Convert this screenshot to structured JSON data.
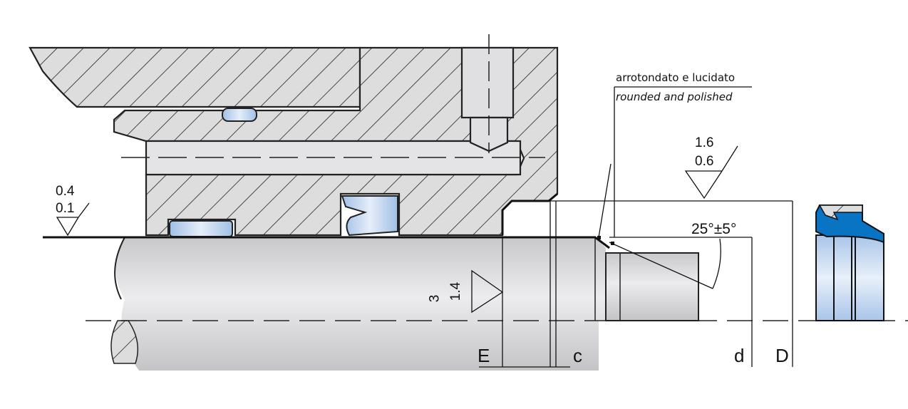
{
  "notes": {
    "italian": "arrotondato e lucidato",
    "english": "rounded and polished"
  },
  "roughness": {
    "rod": {
      "upper": "1.6",
      "lower": "0.6"
    },
    "groove": {
      "upper": "0.4",
      "lower": "0.1"
    },
    "chamfer": {
      "upper": "3",
      "lower": "1.4"
    }
  },
  "angle": "25°±5°",
  "dimensions": {
    "E": "E",
    "c": "c",
    "d": "d",
    "D": "D"
  },
  "colors": {
    "seal_blue": "#0a74c4",
    "light_blue": "#b9d0ec",
    "shaft_gray": "#d4d4d6",
    "line": "#111111"
  }
}
